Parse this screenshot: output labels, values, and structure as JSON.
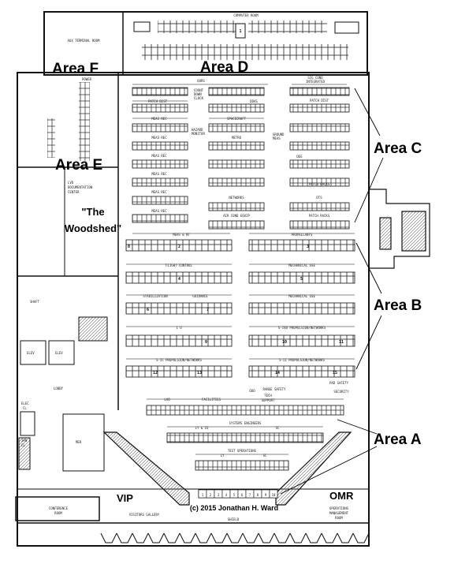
{
  "area_labels": {
    "a": "Area A",
    "b": "Area B",
    "c": "Area C",
    "d": "Area D",
    "e": "Area E",
    "f": "Area F"
  },
  "rooms": {
    "computer_room": "COMPUTER ROOM",
    "aux_terminal_room": "AUX TERMINAL ROOM",
    "power": "POWER",
    "lvd_center": [
      "LVD",
      "DOCUMENTATION",
      "CENTER"
    ],
    "woodshed": [
      "\"The",
      "Woodshed\""
    ],
    "shaft": "SHAFT",
    "elev": "ELEV",
    "lobby": "LOBBY",
    "elec_cl": [
      "ELEC",
      "CL"
    ],
    "jan_cl": [
      "JAN",
      "CL"
    ],
    "mer": "MER",
    "conference_room": [
      "CONFERENCE",
      "ROOM"
    ],
    "vip": "VIP",
    "visitors_gallery": "VISITORS GALLERY",
    "omr": "OMR",
    "omr_full": [
      "OPERATIONS",
      "MANAGEMENT",
      "ROOM"
    ],
    "shield": "SHIELD",
    "copyright": "(c) 2015 Jonathan H. Ward"
  },
  "console_labels": {
    "qurs": "QURS",
    "sig_cond": [
      "SIG COND",
      "INTEGRATED"
    ],
    "patch_dist_left": "PATCH DIST",
    "count_down_clock": [
      "COUNT",
      "DOWN",
      "CLOCK"
    ],
    "ddas": "DDAS",
    "patch_dist_right": "PATCH DIST",
    "meas_rec": "MEAS REC",
    "spacecraft": "SPACECRAFT",
    "hazard_monitor": [
      "HAZARD",
      "MONITOR"
    ],
    "metro": "METRO",
    "ground_meas": [
      "GROUND",
      "MEAS"
    ],
    "dee": "DEE",
    "patch_racks_top": "PATCH RACKS",
    "networks": "NETWORKS",
    "dts": "DTS",
    "air_cond_equip": "AIR COND EQUIP",
    "patch_racks_bottom": "PATCH RACKS",
    "meas_rf": "MEAS & RF",
    "propellants": "PROPELLANTS",
    "flight_control": "FLIGHT CONTROL",
    "mechanical_gse_1": "MECHANICAL GSE",
    "stabilization": "STABILIZATION",
    "guidance": "GUIDANCE",
    "mechanical_gse_2": "MECHANICAL GSE",
    "iu": "I U",
    "sivb": "S-IVB PROPULSION/NETWORKS",
    "sic": "S-IC PROPULSION/NETWORKS",
    "sii": "S-II PROPULSION/NETWORKS",
    "pad_safety": "PAD SAFETY",
    "range_safety": "RANGE SAFETY",
    "ooo": "OOO",
    "security": "SECURITY",
    "lvo": "LVO",
    "facilities": "FACILITIES",
    "tech_support": [
      "TECH",
      "SUPPORT"
    ],
    "systems_engineers": "SYSTEMS ENGINEERS",
    "ly_iu": "LY & IU",
    "sc": "SC",
    "test_operations": "TEST OPERATIONS",
    "ly": "LY",
    "sc2": "SC"
  },
  "console_numbers": {
    "n1": "1",
    "n2": "2",
    "n3": "3",
    "n4": "4",
    "n5": "5",
    "n6": "6",
    "n7": "7",
    "n8": "8",
    "n9": "9",
    "n10": "10",
    "n11": "11",
    "n12": "12",
    "n13": "13",
    "n14": "14",
    "n15": "15"
  },
  "firing_room_numbers": [
    "1",
    "2",
    "3",
    "4",
    "5",
    "6",
    "7",
    "8",
    "9",
    "10"
  ]
}
